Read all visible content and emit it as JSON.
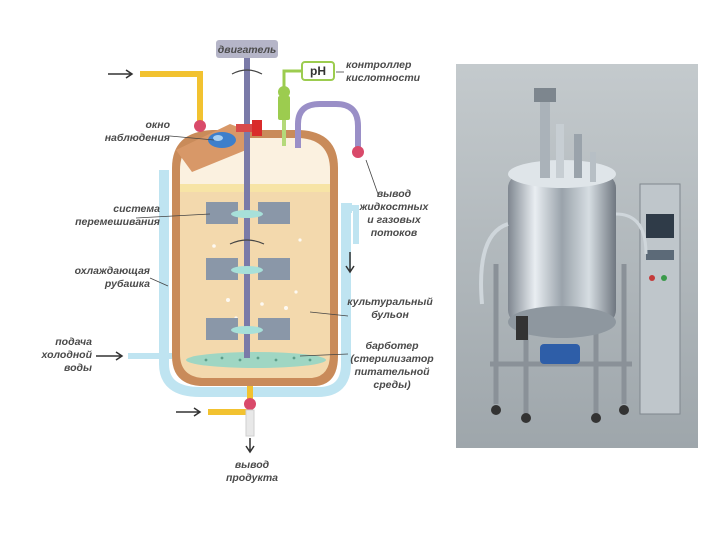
{
  "diagram": {
    "labels": {
      "motor": "двигатель",
      "ph": "pH",
      "ph_controller_1": "контроллер",
      "ph_controller_2": "кислотности",
      "window_1": "окно",
      "window_2": "наблюдения",
      "exhaust_1": "вывод",
      "exhaust_2": "жидкостных",
      "exhaust_3": "и газовых",
      "exhaust_4": "потоков",
      "mixing_1": "система",
      "mixing_2": "перемешивания",
      "jacket_1": "охлаждающая",
      "jacket_2": "рубашка",
      "broth_1": "культуральный",
      "broth_2": "бульон",
      "cold_water_1": "подача",
      "cold_water_2": "холодной",
      "cold_water_3": "воды",
      "sparger_1": "барботер",
      "sparger_2": "(стерилизатор",
      "sparger_3": "питательной",
      "sparger_4": "среды)",
      "product_1": "вывод",
      "product_2": "продукта"
    },
    "colors": {
      "vessel_shell": "#c98b5a",
      "broth": "#f3d9ad",
      "jacket": "#bfe4f1",
      "yellow_pipe": "#f2c230",
      "shaft": "#7a7aa8",
      "impeller": "#8a97a8",
      "sparger": "#9fd6c3",
      "exhaust_tube": "#9a8fc7",
      "valve": "#d94a6a",
      "ph_sensor": "#9ccc4f"
    }
  },
  "photo": {
    "subject": "laboratory-bioreactor-photo",
    "background": "#a9b1b6"
  }
}
